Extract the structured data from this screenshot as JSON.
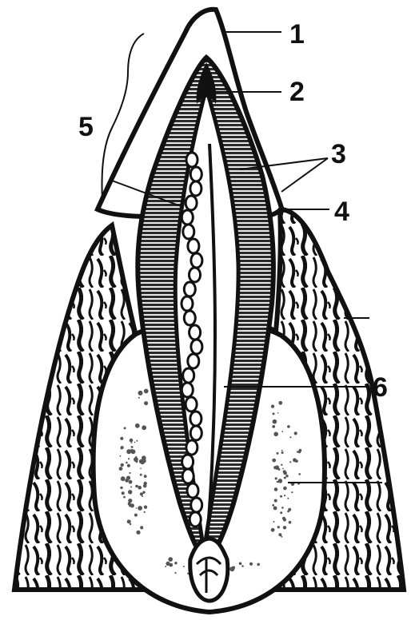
{
  "diagram": {
    "labels": [
      {
        "id": "label-1",
        "text": "1"
      },
      {
        "id": "label-2",
        "text": "2"
      },
      {
        "id": "label-3",
        "text": "3"
      },
      {
        "id": "label-4",
        "text": "4"
      },
      {
        "id": "label-5",
        "text": "5"
      },
      {
        "id": "label-6",
        "text": "6"
      }
    ]
  },
  "colors": {
    "ink": "#111111",
    "paper": "#ffffff",
    "hatch": "#3a3a3a",
    "speckle": "#555555"
  }
}
